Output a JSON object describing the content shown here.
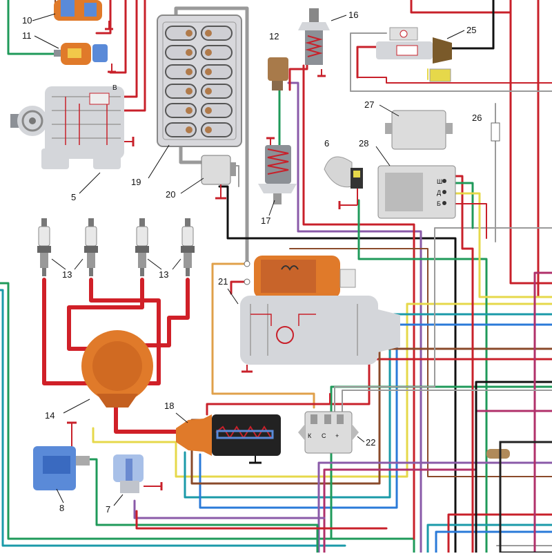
{
  "diagram": {
    "wire_colors": {
      "red": "#c8202a",
      "magenta": "#b0306a",
      "violet": "#8a5aa8",
      "brown": "#8a4a2a",
      "yellow": "#e6d84a",
      "green": "#1f9a5a",
      "teal": "#1a9aa8",
      "blue": "#2a7ad8",
      "black": "#111111",
      "gray": "#9a9a9a",
      "orange": "#e0a04a",
      "white": "#e8e8e8",
      "hv_red": "#d02028"
    },
    "component_colors": {
      "metal": "#d4d6da",
      "metal_dark": "#8c9096",
      "fusebox": "#d8d8dc",
      "distributor": "#e07a2a",
      "coil_body": "#e07a2a",
      "sensor_blue": "#5a8ad8",
      "regulator": "#dcdcdc",
      "plug_ceramic": "#e8e8e8",
      "ground": "#c8202a"
    },
    "components": [
      {
        "id": "c10",
        "label": "10",
        "icon": "relay-orange-icon"
      },
      {
        "id": "c11",
        "label": "11",
        "icon": "switch-orange-icon"
      },
      {
        "id": "c5",
        "label": "5",
        "icon": "alternator-icon"
      },
      {
        "id": "c19",
        "label": "19",
        "icon": "fuse-block-icon"
      },
      {
        "id": "c20",
        "label": "20",
        "icon": "relay-box-icon"
      },
      {
        "id": "c12",
        "label": "12",
        "icon": "sensor-icon"
      },
      {
        "id": "c16",
        "label": "16",
        "icon": "solenoid-valve-icon"
      },
      {
        "id": "c25",
        "label": "25",
        "icon": "cigarette-lighter-icon"
      },
      {
        "id": "c26",
        "label": "26",
        "icon": "fuse-icon"
      },
      {
        "id": "c27",
        "label": "27",
        "icon": "control-unit-icon"
      },
      {
        "id": "c6",
        "label": "6",
        "icon": "lamp-icon"
      },
      {
        "id": "c28",
        "label": "28",
        "icon": "voltage-regulator-icon"
      },
      {
        "id": "c17",
        "label": "17",
        "icon": "valve-icon"
      },
      {
        "id": "c13a",
        "label": "13",
        "icon": "spark-plug-icon"
      },
      {
        "id": "c13b",
        "label": "13",
        "icon": "spark-plug-icon"
      },
      {
        "id": "c21",
        "label": "21",
        "icon": "starter-motor-icon"
      },
      {
        "id": "c14",
        "label": "14",
        "icon": "distributor-icon"
      },
      {
        "id": "c18",
        "label": "18",
        "icon": "ignition-coil-icon"
      },
      {
        "id": "c22",
        "label": "22",
        "icon": "switch-module-icon"
      },
      {
        "id": "c8",
        "label": "8",
        "icon": "temperature-sensor-icon"
      },
      {
        "id": "c7",
        "label": "7",
        "icon": "pressure-sensor-icon"
      }
    ],
    "pin_labels": {
      "alternator": "B",
      "switch_k": "К",
      "switch_c": "С",
      "switch_plus": "+",
      "reg_sh": "Ш",
      "reg_d": "Д",
      "reg_b": "Б"
    }
  }
}
